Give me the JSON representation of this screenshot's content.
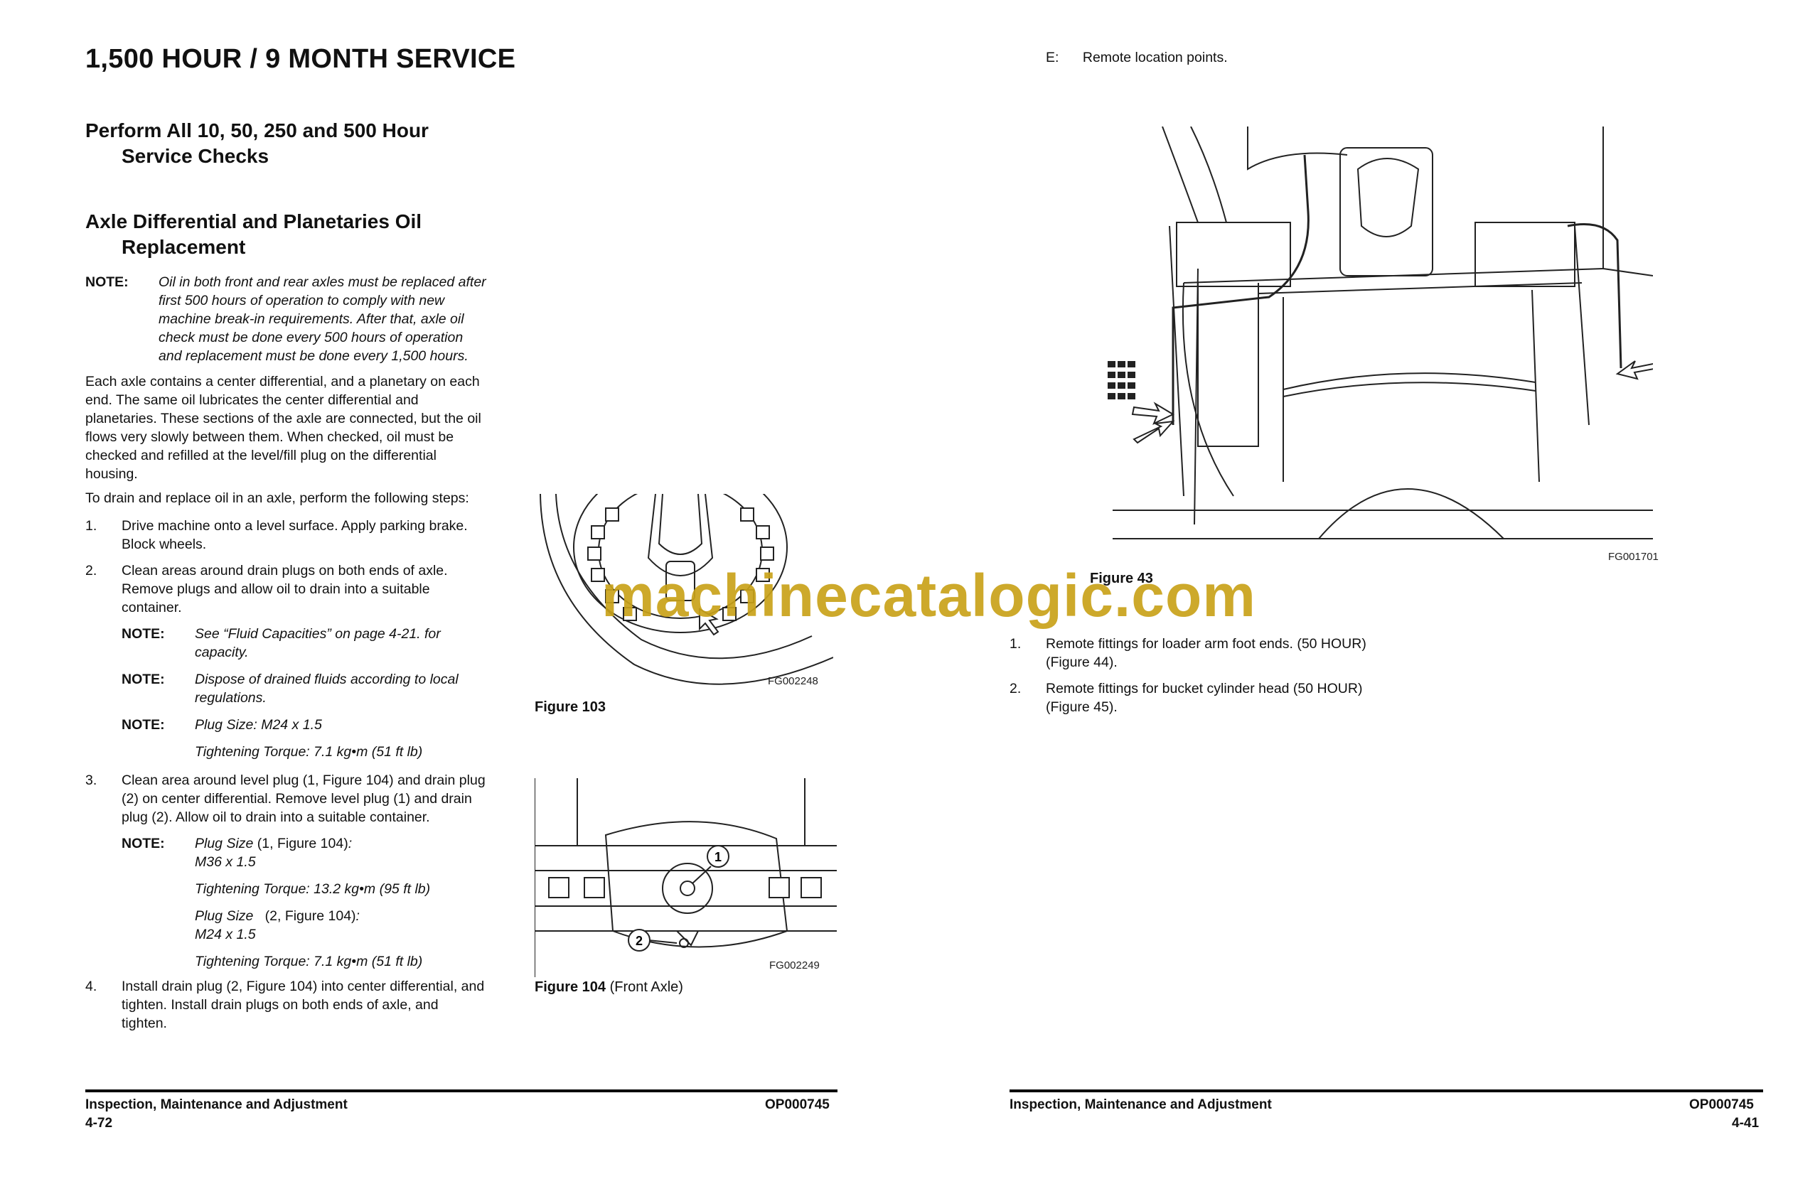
{
  "left_page": {
    "title": "1,500 HOUR / 9 MONTH SERVICE",
    "section1_line1": "Perform All 10, 50, 250 and 500 Hour",
    "section1_line2": "Service Checks",
    "section2_line1": "Axle Differential and Planetaries Oil",
    "section2_line2": "Replacement",
    "note_label": "NOTE:",
    "note1_lines": [
      "Oil in both front and rear axles must be replaced after",
      "first 500 hours of operation to comply with new",
      "machine break-in requirements. After that, axle oil",
      "check must be done every 500 hours of operation",
      "and replacement must be done every 1,500 hours."
    ],
    "para1_lines": [
      "Each axle contains a center differential, and a planetary on each",
      "end. The same oil lubricates the center differential and",
      "planetaries. These sections of the axle are connected, but the oil",
      "flows very slowly between them. When checked, oil must be",
      "checked and refilled at the level/fill plug on the differential",
      "housing."
    ],
    "para2": "To drain and replace oil in an axle, perform the following steps:",
    "steps": [
      {
        "num": "1.",
        "lines": [
          "Drive machine onto a level surface. Apply parking brake.",
          "Block wheels."
        ]
      },
      {
        "num": "2.",
        "lines": [
          "Clean areas around drain plugs on both ends of axle.",
          "Remove plugs and allow oil to drain into a suitable",
          "container."
        ]
      },
      {
        "num": "3.",
        "lines": [
          "Clean area around level plug (1, Figure 104) and drain plug",
          "(2) on center differential. Remove level plug (1) and drain",
          "plug (2). Allow oil to drain into a suitable container."
        ]
      },
      {
        "num": "4.",
        "lines": [
          "Install drain plug (2, Figure 104) into center differential, and",
          "tighten. Install drain plugs on both ends of axle, and",
          "tighten."
        ]
      }
    ],
    "step2_notes": [
      {
        "lines": [
          "See “Fluid Capacities” on page 4-21. for",
          "capacity."
        ]
      },
      {
        "lines": [
          "Dispose of drained fluids according to local",
          "regulations."
        ]
      },
      {
        "lines": [
          "Plug Size: M24 x 1.5"
        ]
      }
    ],
    "step2_torque": "Tightening Torque: 7.1 kg•m (51 ft lb)",
    "step3_note": {
      "plug1_a": "Plug Size",
      "plug1_b": " (1, Figure 104)",
      "plug1_c": ":",
      "plug1_size": "M36 x 1.5",
      "torque1": "Tightening Torque: 13.2 kg•m (95 ft lb)",
      "plug2_a": "Plug Size",
      "plug2_b": "   (2, Figure 104)",
      "plug2_c": ":",
      "plug2_size": "M24 x 1.5",
      "torque2": "Tightening Torque: 7.1 kg•m (51 ft lb)"
    },
    "figure103": {
      "code": "FG002248",
      "caption_bold": "Figure 103",
      "caption_rest": ""
    },
    "figure104": {
      "code": "FG002249",
      "caption_bold": "Figure 104",
      "caption_rest": " (Front Axle)",
      "callouts": [
        "1",
        "2"
      ]
    },
    "footer_left": "Inspection, Maintenance and Adjustment",
    "footer_right": "OP000745",
    "page_number": "4-72"
  },
  "right_page": {
    "item_e_label": "E:",
    "item_e_text": "Remote location points.",
    "figure43": {
      "code": "FG001701",
      "caption_bold": "Figure 43"
    },
    "list": [
      {
        "num": "1.",
        "lines": [
          "Remote fittings for loader arm foot ends. (50 HOUR)",
          "(Figure 44)."
        ]
      },
      {
        "num": "2.",
        "lines": [
          "Remote fittings for bucket cylinder head (50 HOUR)",
          "(Figure 45)."
        ]
      }
    ],
    "footer_left": "Inspection, Maintenance and Adjustment",
    "footer_right": "OP000745",
    "page_number": "4-41"
  },
  "watermark": "machinecatalogic.com",
  "colors": {
    "watermark": "#c9a21a",
    "text": "#111111",
    "rule": "#000000"
  }
}
